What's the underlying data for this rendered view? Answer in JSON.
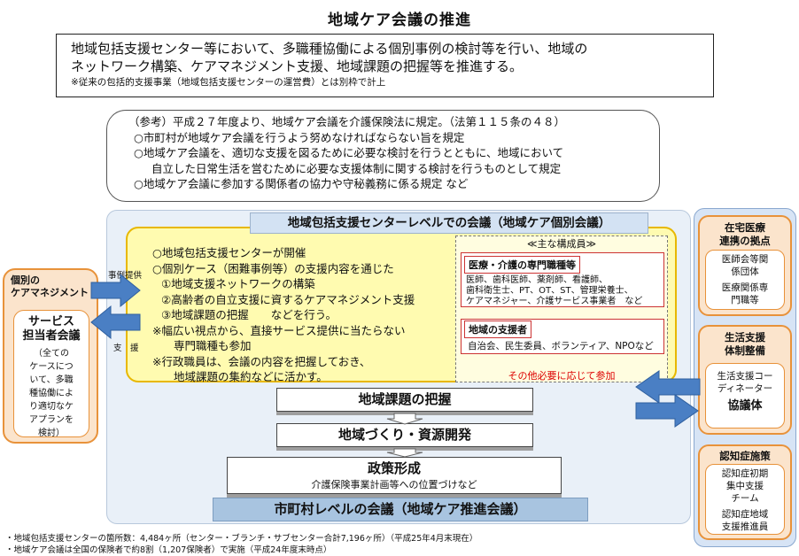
{
  "title": "地域ケア会議の推進",
  "intro": {
    "line1": "地域包括支援センター等において、多職種協働による個別事例の検討等を行い、地域の",
    "line2": "ネットワーク構築、ケアマネジメント支援、地域課題の把握等を推進する。",
    "note": "※従来の包括的支援事業（地域包括支援センターの運営費）とは別枠で計上"
  },
  "reference": {
    "header": "（参考）平成２７年度より、地域ケア会議を介護保険法に規定。（法第１１５条の４８）",
    "item1": "○市町村が地域ケア会議を行うよう努めなければならない旨を規定",
    "item2a": "○地域ケア会議を、適切な支援を図るために必要な検討を行うとともに、地域において",
    "item2b": "自立した日常生活を営むために必要な支援体制に関する検討を行うものとして規定",
    "item3": "○地域ケア会議に参加する関係者の協力や守秘義務に係る規定 など"
  },
  "center_level": {
    "header": "地域包括支援センターレベルでの会議（地域ケア個別会議）",
    "l1": "○地域包括支援センターが開催",
    "l2": "○個別ケース（困難事例等）の支援内容を通じた",
    "l3": "①地域支援ネットワークの構築",
    "l4": "②高齢者の自立支援に資するケアマネジメント支援",
    "l5": "③地域課題の把握　　などを行う。",
    "l6": "※幅広い視点から、直接サービス提供に当たらない",
    "l7": "専門職種も参加",
    "l8": "※行政職員は、会議の内容を把握しておき、",
    "l9": "地域課題の集約などに活かす。"
  },
  "members": {
    "title": "≪主な構成員≫",
    "group1_title": "医療・介護の専門職種等",
    "group1_l1": "医師、歯科医師、薬剤師、看護師、",
    "group1_l2": "歯科衛生士、PT、OT、ST、管理栄養士、",
    "group1_l3": "ケアマネジャー、介護サービス事業者　など",
    "group2_title": "地域の支援者",
    "group2_body": "自治会、民生委員、ボランティア、NPOなど",
    "note": "その他必要に応じて参加"
  },
  "side_labels": {
    "case_provide": "事例提供",
    "support": "支　援"
  },
  "stages": {
    "s1": "地域課題の把握",
    "s2": "地域づくり・資源開発",
    "s3": "政策形成",
    "s3_sub": "介護保険事業計画等への位置づけなど"
  },
  "municipal": "市町村レベルの会議（地域ケア推進会議）",
  "left": {
    "h1": "個別の",
    "h2": "ケアマネジメント",
    "inner_h1": "サービス",
    "inner_h2": "担当者会議",
    "b1": "（全ての",
    "b2": "ケースにつ",
    "b3": "いて、多職",
    "b4": "種協働によ",
    "b5": "り適切なケ",
    "b6": "アプランを",
    "b7": "検討）"
  },
  "right": {
    "p1_h1": "在宅医療",
    "p1_h2": "連携の拠点",
    "p1_b1": "医師会等関",
    "p1_b2": "係団体",
    "p1_b3": "医療関係専",
    "p1_b4": "門職等",
    "p2_h1": "生活支援",
    "p2_h2": "体制整備",
    "p2_b1": "生活支援コー",
    "p2_b2": "ディネーター",
    "p2_b3": "協議体",
    "p3_h": "認知症施策",
    "p3_b1": "認知症初期",
    "p3_b2": "集中支援",
    "p3_b3": "チーム",
    "p3_b4": "認知症地域",
    "p3_b5": "支援推進員"
  },
  "footer": {
    "f1": "・地域包括支援センターの箇所数：4,484ヶ所（センター・ブランチ・サブセンター合計7,196ヶ所）（平成25年4月末現在）",
    "f2": "・地域ケア会議は全国の保険者で約8割（1,207保険者）で実施（平成24年度末時点）"
  },
  "colors": {
    "arrow_blue": "#4a7fc4",
    "highlight_yellow": "#fffbb0",
    "orange_border": "#e8923a",
    "orange_fill": "#fbe4cc",
    "pale_blue": "#e9f0f8",
    "member_red": "#cc3333"
  }
}
